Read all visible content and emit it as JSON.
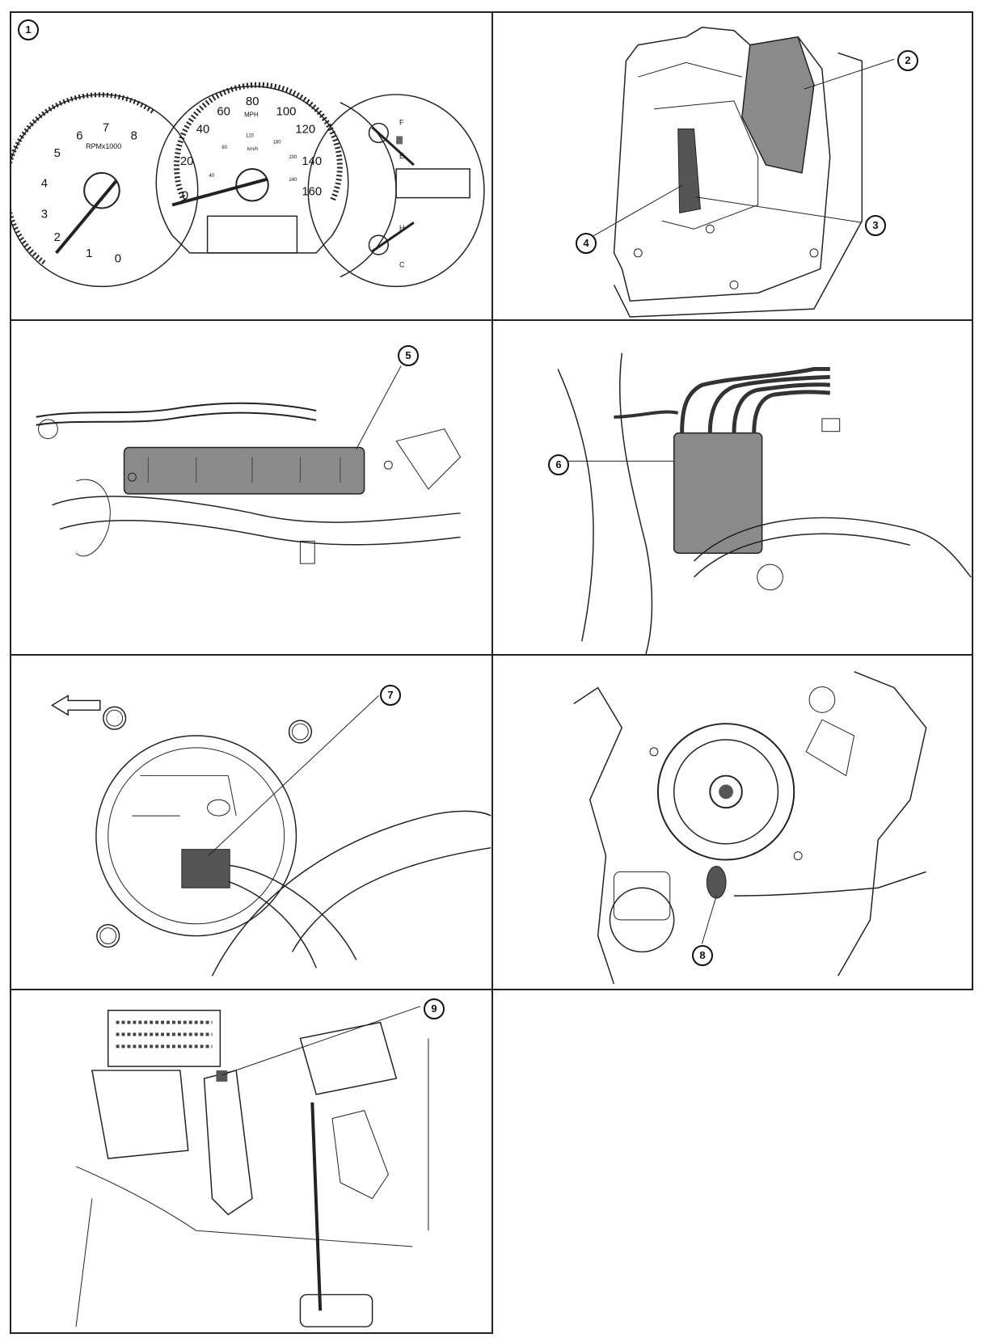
{
  "callouts": {
    "c1": "1",
    "c2": "2",
    "c3": "3",
    "c4": "4",
    "c5": "5",
    "c6": "6",
    "c7": "7",
    "c8": "8",
    "c9": "9"
  },
  "gauges": {
    "tach_ticks": [
      "0",
      "1",
      "2",
      "3",
      "4",
      "5",
      "6",
      "7",
      "8"
    ],
    "tach_unit": "RPMx1000",
    "speed_ticks": [
      "0",
      "20",
      "40",
      "60",
      "80",
      "100",
      "120",
      "140",
      "160"
    ],
    "speed_unit": "MPH",
    "kmh_ticks": [
      "40",
      "80",
      "120",
      "160",
      "200",
      "240"
    ],
    "kmh_unit": "km/h",
    "fuel_full": "F",
    "fuel_empty": "E",
    "temp_hot": "H",
    "temp_cold": "C"
  },
  "colors": {
    "line": "#222222",
    "shade": "#8a8a8a",
    "dark": "#555555"
  }
}
